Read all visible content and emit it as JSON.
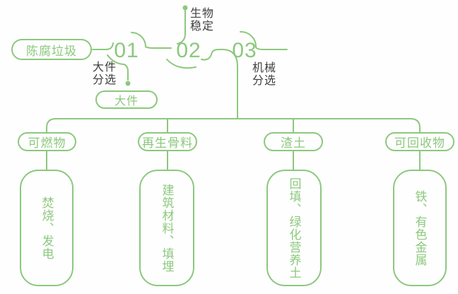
{
  "colors": {
    "green": "#8CC87D",
    "dark": "#3E3E3E",
    "bg": "#FEFEFE"
  },
  "root": {
    "label": "陈腐垃圾"
  },
  "steps": [
    {
      "num": "01",
      "label": "大件\n分选",
      "output": "大件"
    },
    {
      "num": "02",
      "label": "生物\n稳定"
    },
    {
      "num": "03",
      "label": "机械\n分选"
    }
  ],
  "branches": [
    {
      "pill": "可燃物",
      "box": "焚烧、发电"
    },
    {
      "pill": "再生骨料",
      "box": "建筑材料、填埋"
    },
    {
      "pill": "渣土",
      "box": "回填、绿化营养土"
    },
    {
      "pill": "可回收物",
      "box": "铁、有色金属"
    }
  ]
}
